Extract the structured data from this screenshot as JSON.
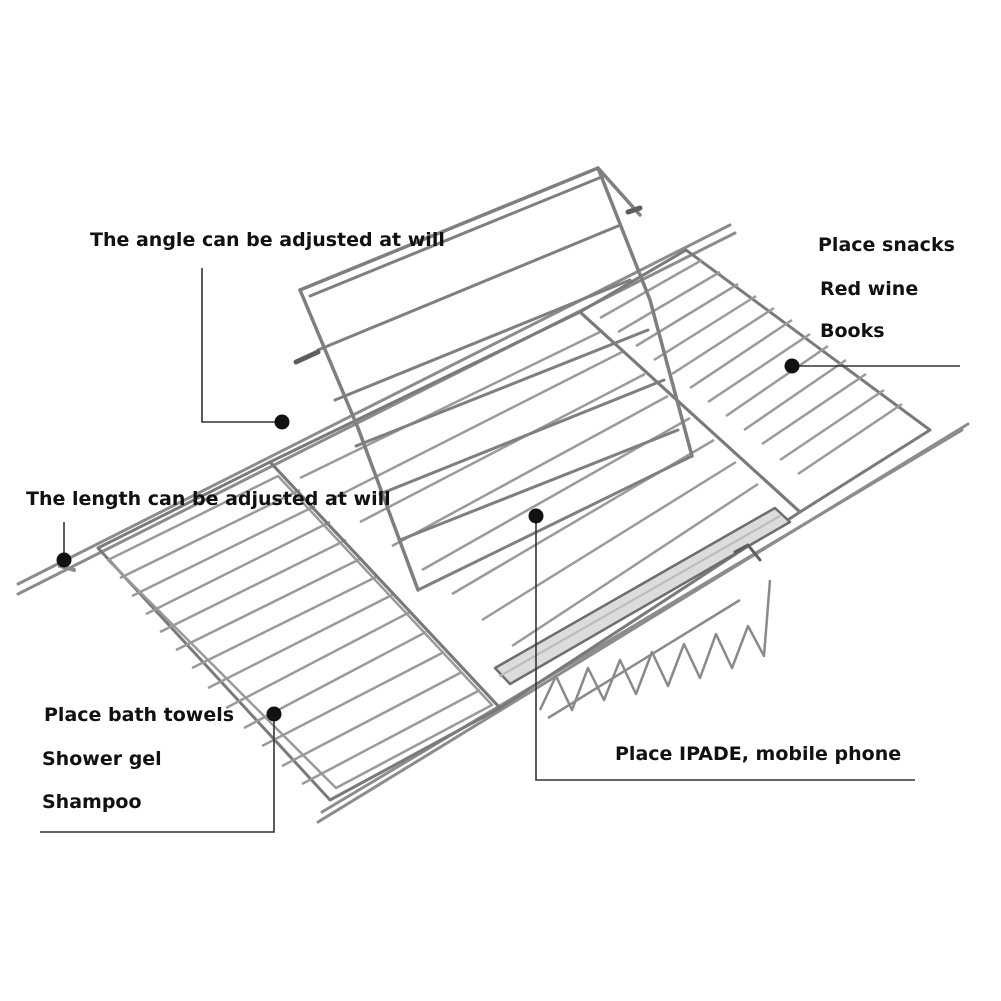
{
  "annotations": {
    "angle": "The angle can be adjusted at will",
    "length": "The length can be adjusted at will",
    "right_items": [
      "Place snacks",
      "Red wine",
      "Books"
    ],
    "left_items": [
      "Place bath towels",
      "Shower gel",
      "Shampoo"
    ],
    "device": "Place IPADE, mobile phone"
  },
  "colors": {
    "wire": "#9a9a9a",
    "wire_dark": "#5e5e5e",
    "leader": "#333333",
    "dot": "#111111",
    "text": "#111111"
  },
  "icons": [
    "dot-marker"
  ]
}
